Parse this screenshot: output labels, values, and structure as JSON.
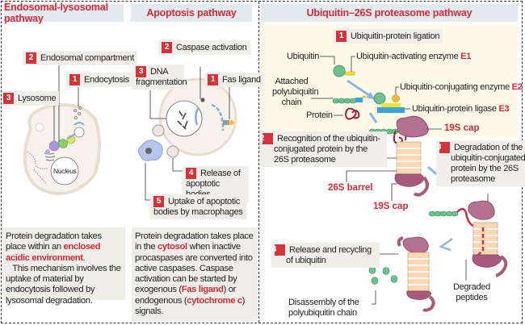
{
  "columns": {
    "endosomal": {
      "title": "Endosomal-lysosomal pathway",
      "steps": [
        {
          "num": "1",
          "label": "Endocytosis"
        },
        {
          "num": "2",
          "label": "Endosomal compartment"
        },
        {
          "num": "3",
          "label": "Lysosome"
        }
      ],
      "cell_label": "Nucleus",
      "description": {
        "part1": "Protein degradation takes place within an ",
        "highlight": "enclosed acidic environment",
        "part2": ".",
        "para2": "This mechanism involves the uptake of material by endocytosis followed by lysosomal degradation."
      }
    },
    "apoptosis": {
      "title": "Apoptosis pathway",
      "steps": [
        {
          "num": "1",
          "label": "Fas ligand"
        },
        {
          "num": "2",
          "label": "Caspase activation"
        },
        {
          "num": "3",
          "label": "DNA fragmentation"
        },
        {
          "num": "4",
          "label": "Release of apoptotic bodies"
        },
        {
          "num": "5",
          "label": "Uptake of apoptotic bodies by macrophages"
        }
      ],
      "description": {
        "t1": "Protein degradation takes place in the ",
        "h1": "cytosol",
        "t2": " when inactive procaspases are converted into active caspases. Caspase activation can be started by exogenous (",
        "h2": "Fas ligand",
        "t3": ") or endogenous (",
        "h3": "cytochrome c",
        "t4": ") signals."
      }
    },
    "ubiquitin": {
      "title": "Ubiquitin–26S proteasome pathway",
      "steps": [
        {
          "num": "1",
          "label": "Ubiquitin-protein ligation"
        },
        {
          "num": "2",
          "label": "Recognition of the ubiquitin-conjugated protein by the 26S proteasome"
        },
        {
          "num": "3",
          "label": "Degradation of the ubiquitin-conjugated protein by the 26S proteasome"
        },
        {
          "num": "4",
          "label": "Release and recycling of ubiquitin"
        }
      ],
      "labels": {
        "ubiquitin": "Ubiquitin",
        "e1_text": "Ubiquitin-activating enzyme ",
        "e1_code": "E1",
        "e2_text": "Ubiquitin-conjugating enzyme ",
        "e2_code": "E2",
        "e3_text": "Ubiquitin-protein ligase ",
        "e3_code": "E3",
        "polyubiquitin": "Attached polyubiquitin chain",
        "protein": "Protein",
        "cap_top": "19S cap",
        "barrel": "26S barrel",
        "cap_bottom": "19S cap",
        "degraded": "Degraded peptides",
        "disassembly": "Disassembly of the polyubiquitin chain"
      }
    }
  },
  "colors": {
    "accent_red": "#cf2b3b",
    "header_bg": "#e3eaee",
    "label_bg": "#f0eee8",
    "cream_bg": "#fdfaea",
    "ubiquitin_green": "#6cc18f",
    "proteasome_mauve": "#a85a7a",
    "barrel_peach": "#f9d8b4",
    "arrow_blue": "#8db6de"
  }
}
